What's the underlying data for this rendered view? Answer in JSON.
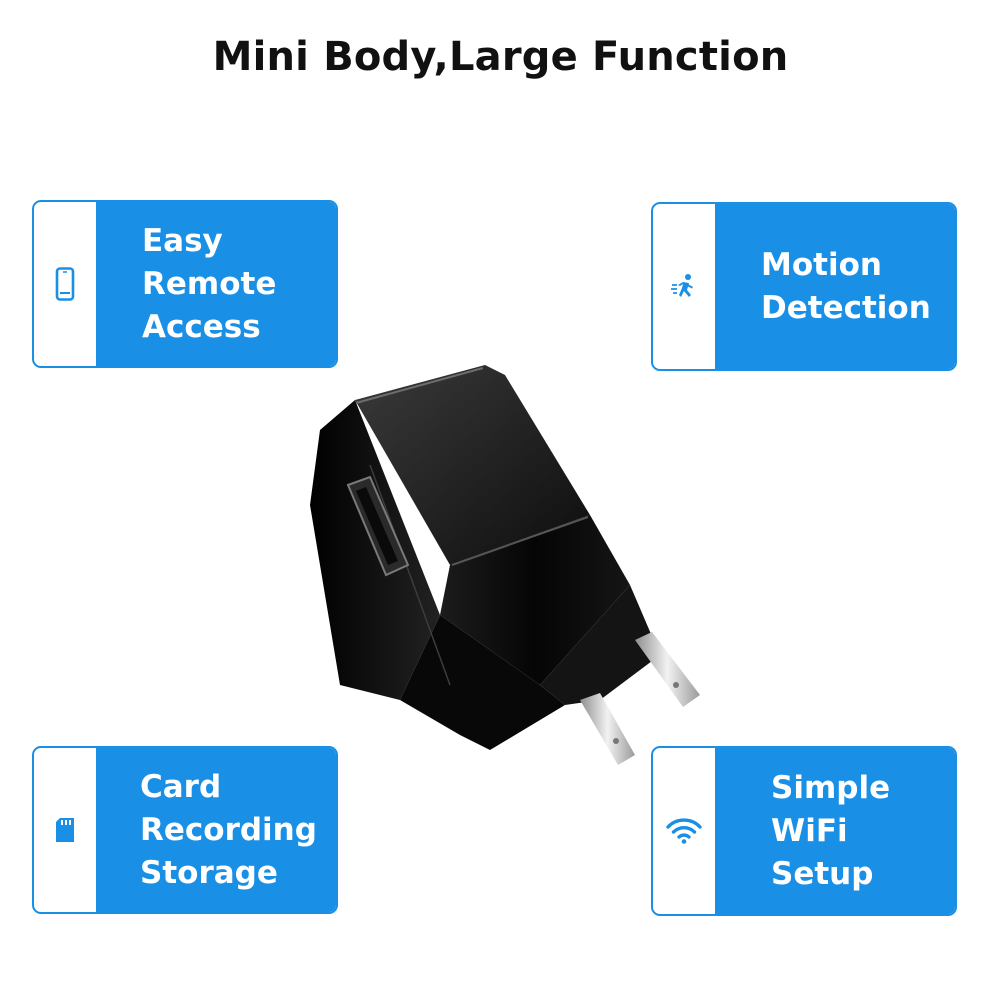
{
  "headline": "Mini Body,Large Function",
  "features": [
    {
      "icon": "smartphone-icon",
      "lines": [
        "Easy",
        "Remote",
        "Access"
      ]
    },
    {
      "icon": "running-person-icon",
      "lines": [
        "Motion",
        "Detection"
      ]
    },
    {
      "icon": "sd-card-icon",
      "lines": [
        "Card",
        "Recording",
        "Storage"
      ]
    },
    {
      "icon": "wifi-icon",
      "lines": [
        "Simple",
        "WiFi",
        "Setup"
      ]
    }
  ],
  "colors": {
    "accent": "#1a8fe6",
    "text_on_accent": "#ffffff",
    "headline": "#111111",
    "product": "#0b0b0b"
  }
}
